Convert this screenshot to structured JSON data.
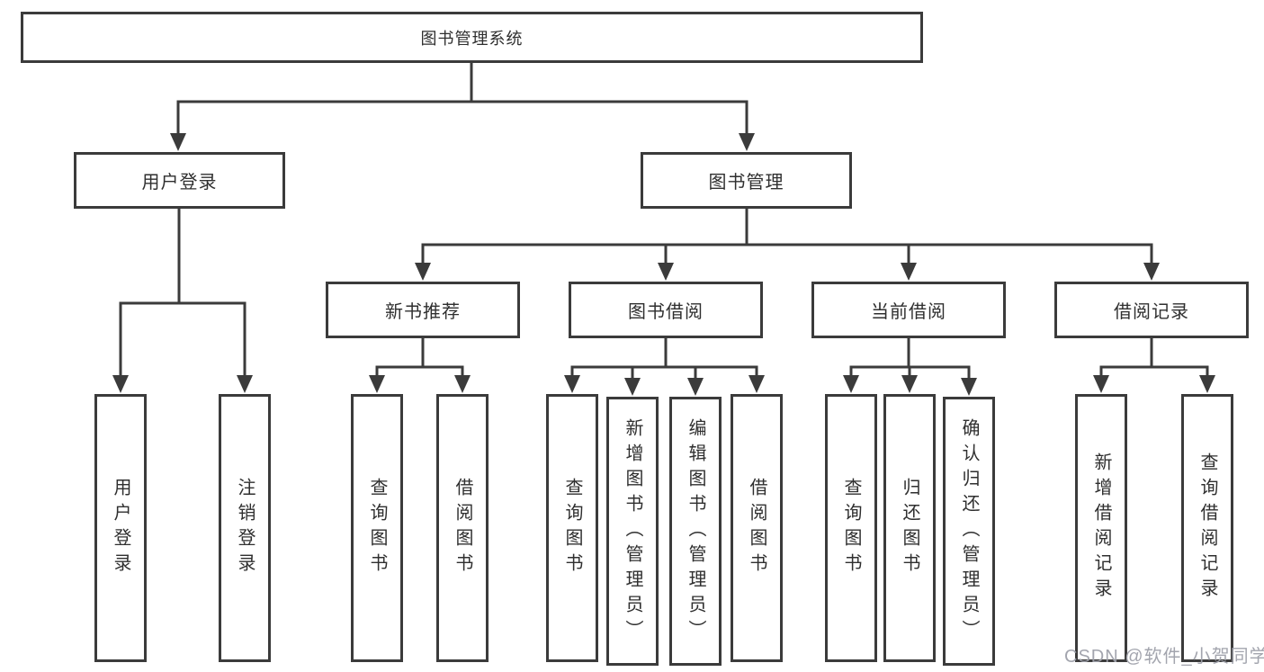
{
  "diagram": {
    "root": {
      "label": "图书管理系统"
    },
    "level2": {
      "user_login": {
        "label": "用户登录"
      },
      "book_mgmt": {
        "label": "图书管理"
      }
    },
    "level3": {
      "new_books": {
        "label": "新书推荐"
      },
      "borrowing": {
        "label": "图书借阅"
      },
      "current": {
        "label": "当前借阅"
      },
      "records": {
        "label": "借阅记录"
      }
    },
    "leaves": {
      "user_login_1": "用户登录",
      "user_login_2": "注销登录",
      "new_books_1": "查询图书",
      "new_books_2": "借阅图书",
      "borrowing_1": "查询图书",
      "borrowing_2": "新增图书（管理员）",
      "borrowing_3": "编辑图书（管理员）",
      "borrowing_4": "借阅图书",
      "current_1": "查询图书",
      "current_2": "归还图书",
      "current_3": "确认归还（管理员）",
      "records_1": "新增借阅记录",
      "records_2": "查询借阅记录"
    }
  },
  "watermark": {
    "text": "CSDN @软件_小贺同学"
  },
  "colors": {
    "line": "#3b3b3b",
    "text": "#2f2f2f",
    "background": "#ffffff",
    "watermark": "#9ea0aa"
  }
}
